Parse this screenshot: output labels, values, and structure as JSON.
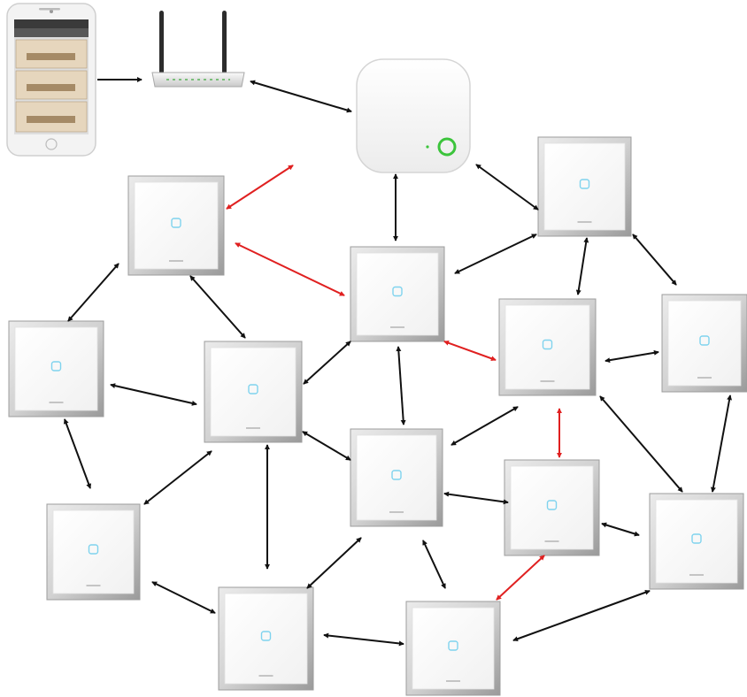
{
  "diagram": {
    "devices": {
      "phone": {
        "icon": "smartphone-icon"
      },
      "router": {
        "icon": "router-icon"
      },
      "hub": {
        "icon": "smart-hub-icon"
      },
      "switches": [
        {
          "id": "switch-1",
          "icon": "touch-switch-icon",
          "brand_mark": ""
        },
        {
          "id": "switch-2",
          "icon": "touch-switch-icon",
          "brand_mark": ""
        },
        {
          "id": "switch-3",
          "icon": "touch-switch-icon",
          "brand_mark": ""
        },
        {
          "id": "switch-4",
          "icon": "touch-switch-icon",
          "brand_mark": ""
        },
        {
          "id": "switch-5",
          "icon": "touch-switch-icon",
          "brand_mark": ""
        },
        {
          "id": "switch-6",
          "icon": "touch-switch-icon",
          "brand_mark": ""
        },
        {
          "id": "switch-7",
          "icon": "touch-switch-icon",
          "brand_mark": ""
        },
        {
          "id": "switch-8",
          "icon": "touch-switch-icon",
          "brand_mark": ""
        },
        {
          "id": "switch-9",
          "icon": "touch-switch-icon",
          "brand_mark": ""
        },
        {
          "id": "switch-10",
          "icon": "touch-switch-icon",
          "brand_mark": ""
        },
        {
          "id": "switch-11",
          "icon": "touch-switch-icon",
          "brand_mark": ""
        },
        {
          "id": "switch-12",
          "icon": "touch-switch-icon",
          "brand_mark": ""
        },
        {
          "id": "switch-13",
          "icon": "touch-switch-icon",
          "brand_mark": ""
        },
        {
          "id": "switch-14",
          "icon": "touch-switch-icon",
          "brand_mark": ""
        }
      ]
    },
    "link_colors": {
      "normal": "#111111",
      "highlight": "#e02020"
    },
    "hub_led_color": "#3cc43c",
    "switch_button_color": "#7fd3ee"
  }
}
